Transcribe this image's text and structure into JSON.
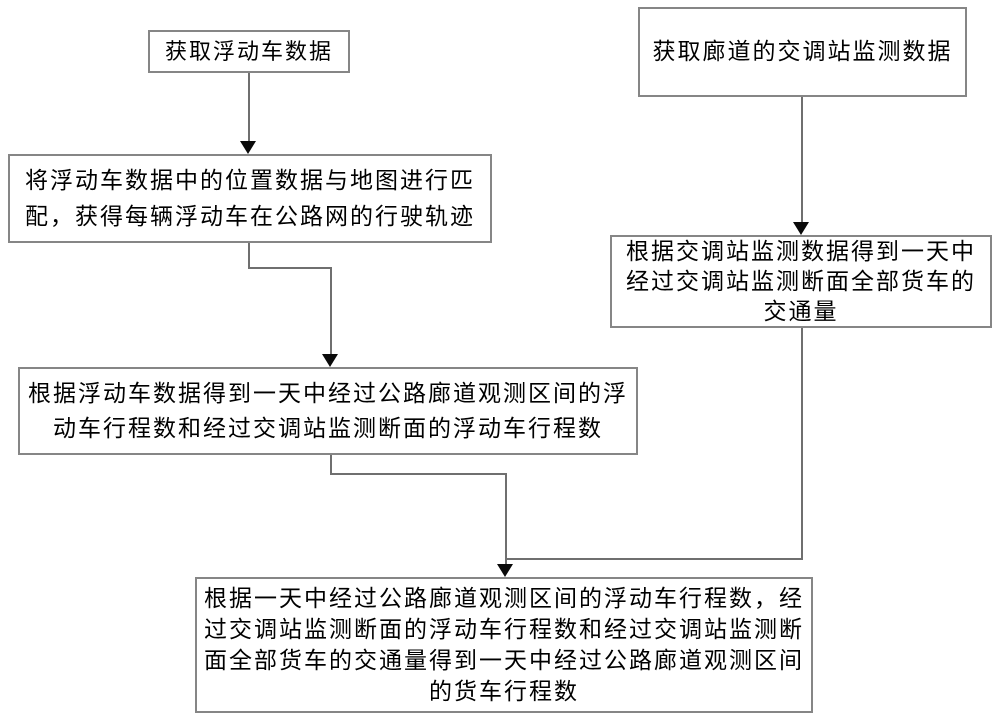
{
  "diagram": {
    "type": "flowchart",
    "background_color": "#ffffff",
    "box_border_color": "#868686",
    "connector_color": "#6f6f6f",
    "arrowhead_color": "#0a0a0a",
    "text_color": "#000000",
    "nodes": {
      "get_fcd": {
        "text": "获取浮动车数据"
      },
      "get_station": {
        "text": "获取廊道的交调站监测数据"
      },
      "map_match": {
        "text": "将浮动车数据中的位置数据与地图进行匹配，获得每辆浮动车在公路网的行驶轨迹"
      },
      "station_volume": {
        "text": "根据交调站监测数据得到一天中经过交调站监测断面全部货车的交通量"
      },
      "fcd_trips": {
        "text": "根据浮动车数据得到一天中经过公路廊道观测区间的浮动车行程数和经过交调站监测断面的浮动车行程数"
      },
      "truck_trips": {
        "text": "根据一天中经过公路廊道观测区间的浮动车行程数，经过交调站监测断面的浮动车行程数和经过交调站监测断面全部货车的交通量得到一天中经过公路廊道观测区间的货车行程数"
      }
    },
    "edges": [
      {
        "from": "get_fcd",
        "to": "map_match"
      },
      {
        "from": "get_station",
        "to": "station_volume"
      },
      {
        "from": "map_match",
        "to": "fcd_trips"
      },
      {
        "from": "fcd_trips",
        "to": "truck_trips"
      },
      {
        "from": "station_volume",
        "to": "truck_trips"
      }
    ]
  }
}
